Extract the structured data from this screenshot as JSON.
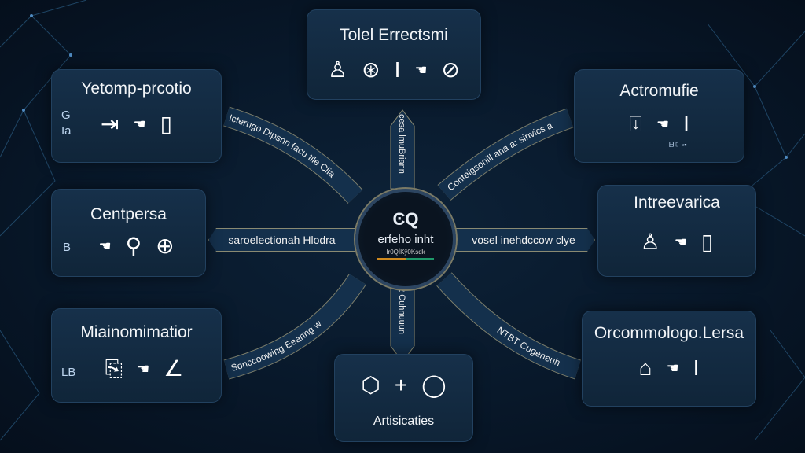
{
  "hub": {
    "logo": "ϾQ",
    "title": "erfeho inht",
    "subtitle": "Ir0QÍKÿ0Ksdk"
  },
  "panels": [
    {
      "title": "Tolel Errectsmi",
      "icons": [
        "person-desk-icon",
        "wheel-icon",
        "pillar-icon",
        "hand-icon",
        "no-sign-icon"
      ]
    },
    {
      "title": "Yetomp-prcotio",
      "side_text": [
        "G",
        "Ia"
      ],
      "icons": [
        "arrow-box-icon",
        "hand-icon",
        "phone-icon"
      ]
    },
    {
      "title": "Actromufie",
      "icons": [
        "download-box-icon",
        "hand-icon",
        "pillar-icon"
      ],
      "small_text": "ᗷ▯ ▫▪"
    },
    {
      "title": "Centpersa",
      "side_text": [
        "B"
      ],
      "icons": [
        "hand-icon",
        "flask-icon",
        "globe-icon"
      ]
    },
    {
      "title": "Intreevarica",
      "icons": [
        "person-desk-icon",
        "hand-icon",
        "phone-icon"
      ]
    },
    {
      "title": "Miainomimatior",
      "side_text": [
        "LB"
      ],
      "icons": [
        "document-icon",
        "hand-icon",
        "angle-icon"
      ]
    },
    {
      "title": "Orcommologo.Lersa",
      "icons": [
        "laptop-icon",
        "hand-icon",
        "pillar-icon"
      ]
    },
    {
      "title": "Artisicaties",
      "icons": [
        "cube-icon",
        "plus-icon",
        "ring-icon"
      ]
    }
  ],
  "connectors": {
    "top_left": "Icterugo Dipsnn facu tile Clia",
    "top": "cesa lmuBriann",
    "top_right": "Conteigsonill ana a: sinvics a",
    "left": "saroelectionah Hlodra",
    "right": "vosel inehdccow clye",
    "bottom_left": "Sonccoowing Eeanng w",
    "bottom": "2 Cuhnuuun",
    "bottom_right": "NTBT Cugeneuh"
  },
  "colors": {
    "background": "#08182a",
    "panel": "#14304a",
    "border": "#8a8a72",
    "accent_orange": "#d08a1e",
    "accent_green": "#1f9a6a"
  }
}
